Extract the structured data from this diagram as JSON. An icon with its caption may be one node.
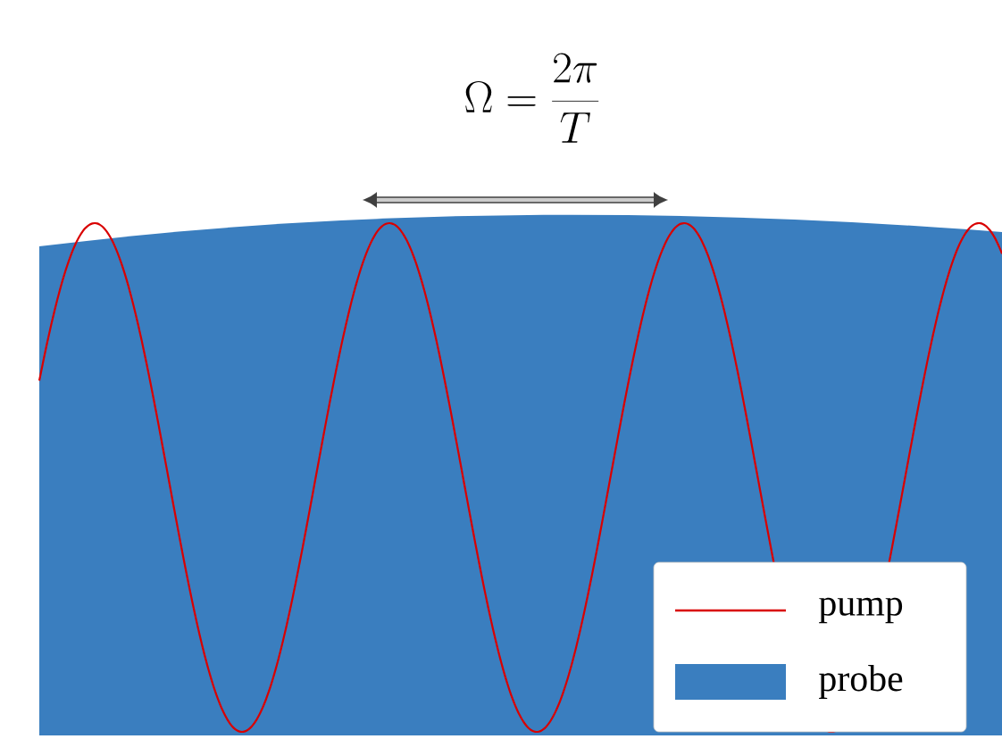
{
  "diagram": {
    "labels": [
      "\\Omega = \\frac{2\\pi}{T}"
    ],
    "legend": [
      {
        "text": "pump"
      },
      {
        "text": "probe",
        "color": "#3a7ebf"
      }
    ]
  }
}
